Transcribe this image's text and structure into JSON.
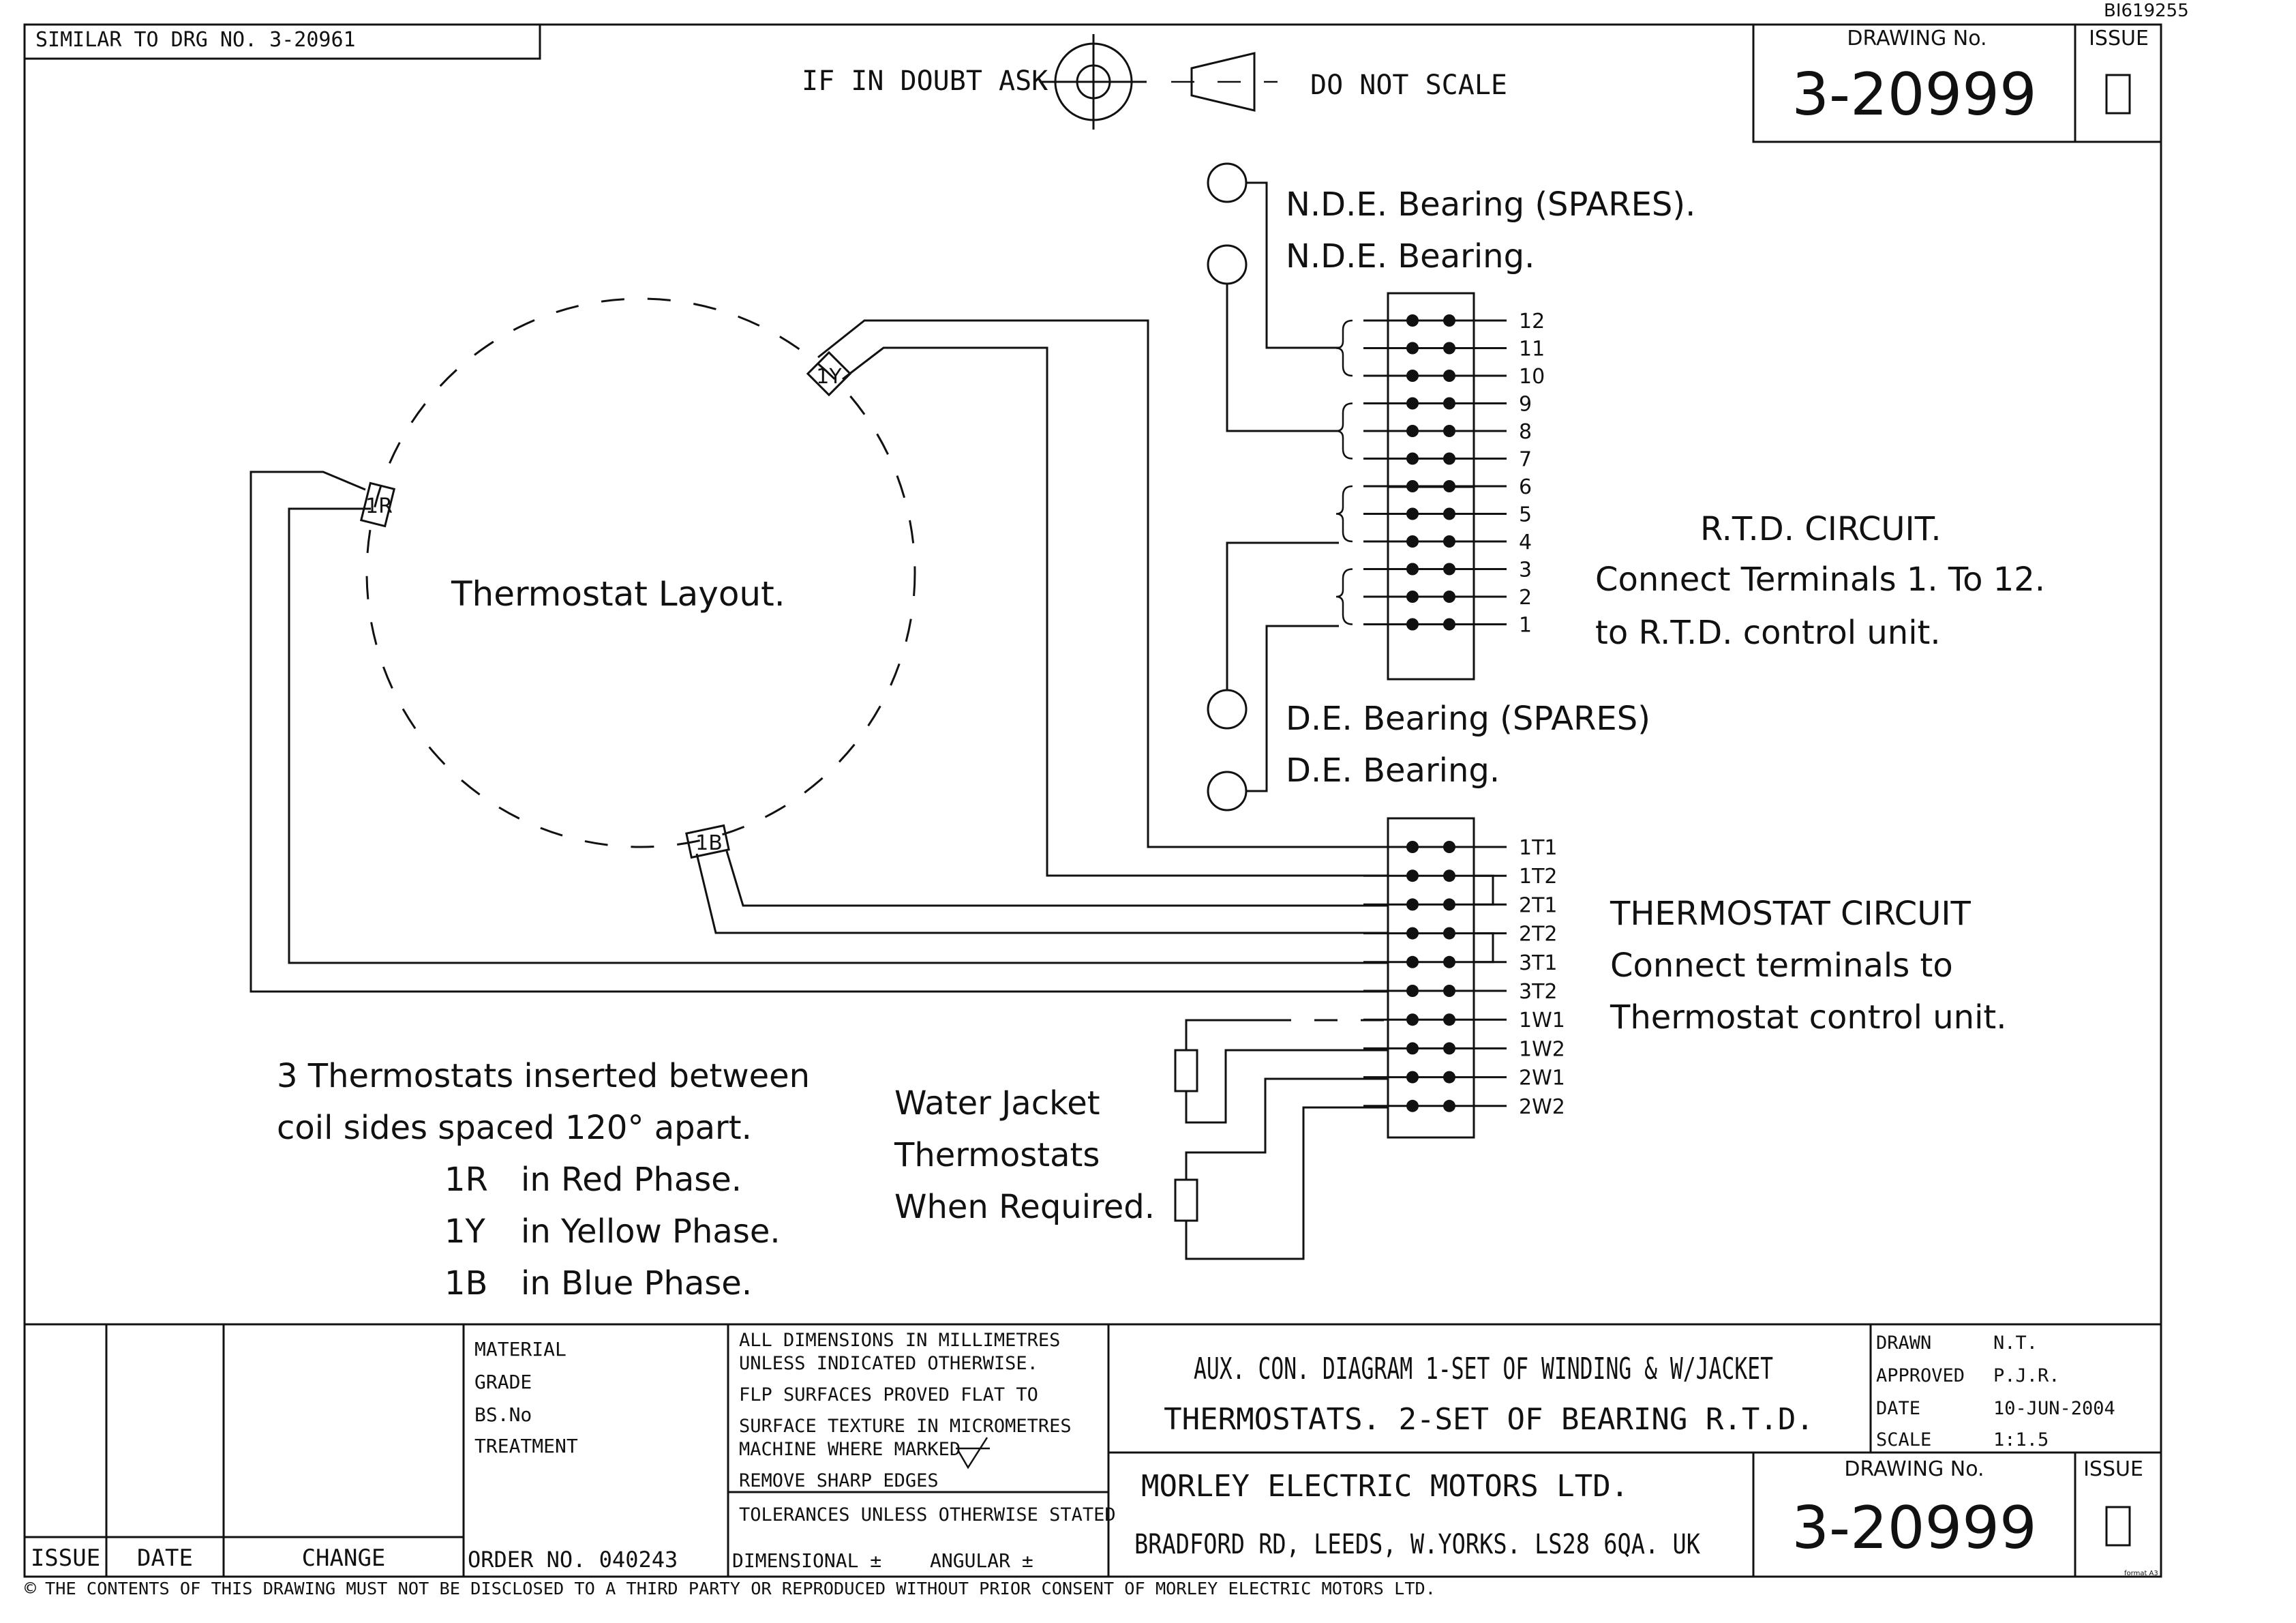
{
  "ref_code": "BI619255",
  "similar_to": "SIMILAR TO DRG NO. 3-20961",
  "doubt_text": "IF IN DOUBT ASK",
  "noscale_text": "DO NOT SCALE",
  "drawing_no_label": "DRAWING No.",
  "drawing_no": "3-20999",
  "issue_label": "ISSUE",
  "issue_value": "",
  "rtd": {
    "nde_spares": "N.D.E. Bearing (SPARES).",
    "nde": "N.D.E. Bearing.",
    "de_spares": "D.E. Bearing (SPARES)",
    "de": "D.E. Bearing.",
    "terminals": [
      "12",
      "11",
      "10",
      "9",
      "8",
      "7",
      "6",
      "5",
      "4",
      "3",
      "2",
      "1"
    ],
    "title": "R.T.D. CIRCUIT.",
    "line1": "Connect Terminals 1. To 12.",
    "line2": "to R.T.D. control unit."
  },
  "thermo": {
    "layout_label": "Thermostat Layout.",
    "tag_1y": "1Y",
    "tag_1r": "1R",
    "tag_1b": "1B",
    "terminals": [
      "1T1",
      "1T2",
      "2T1",
      "2T2",
      "3T1",
      "3T2",
      "1W1",
      "1W2",
      "2W1",
      "2W2"
    ],
    "title": "THERMOSTAT CIRCUIT",
    "line1": "Connect terminals to",
    "line2": "Thermostat control unit.",
    "note1": "3  Thermostats inserted between",
    "note2": "coil sides spaced 120° apart.",
    "note3_tag": "1R",
    "note3": "in Red Phase.",
    "note4_tag": "1Y",
    "note4": "in Yellow Phase.",
    "note5_tag": "1B",
    "note5": "in Blue Phase.",
    "wj1": "Water Jacket",
    "wj2": "Thermostats",
    "wj3": "When Required."
  },
  "title_block": {
    "issue_col": "ISSUE",
    "date_col": "DATE",
    "change_col": "CHANGE",
    "material": "MATERIAL",
    "grade": "GRADE",
    "bsno": "BS.No",
    "treatment": "TREATMENT",
    "order_no": "ORDER NO. 040243",
    "dims1": "ALL DIMENSIONS IN MILLIMETRES",
    "dims2": "UNLESS INDICATED OTHERWISE.",
    "flp": "FLP SURFACES PROVED FLAT TO",
    "texture": "SURFACE TEXTURE IN MICROMETRES",
    "machine": "MACHINE WHERE MARKED",
    "edges": "REMOVE SHARP EDGES",
    "tolerances": "TOLERANCES UNLESS OTHERWISE STATED",
    "dimensional": "DIMENSIONAL ±",
    "angular": "ANGULAR ±",
    "title1": "AUX. CON. DIAGRAM 1-SET OF WINDING & W/JACKET",
    "title2": "THERMOSTATS. 2-SET OF BEARING R.T.D.",
    "drawn_label": "DRAWN",
    "drawn": "N.T.",
    "approved_label": "APPROVED",
    "approved": "P.J.R.",
    "date_label": "DATE",
    "date": "10-JUN-2004",
    "scale_label": "SCALE",
    "scale": "1:1.5",
    "company": "MORLEY ELECTRIC MOTORS LTD.",
    "address": "BRADFORD RD, LEEDS, W.YORKS. LS28 6QA. UK",
    "drawing_no_label": "DRAWING No.",
    "drawing_no": "3-20999",
    "issue_label": "ISSUE",
    "footer": "THE CONTENTS OF THIS DRAWING MUST NOT BE DISCLOSED TO A THIRD PARTY OR REPRODUCED WITHOUT PRIOR CONSENT OF MORLEY ELECTRIC MOTORS LTD.",
    "copyright": "©",
    "format": "format A3"
  }
}
